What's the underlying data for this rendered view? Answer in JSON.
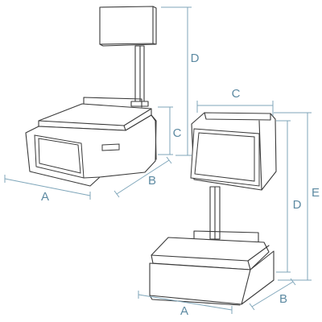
{
  "scale_1": {
    "dimension_labels": {
      "a": "A",
      "b": "B",
      "c": "C",
      "d": "D"
    }
  },
  "scale_2": {
    "dimension_labels": {
      "a": "A",
      "b": "B",
      "c": "C",
      "d": "D",
      "e": "E"
    }
  },
  "colors": {
    "outline": "#3a3a3a",
    "dimension": "#7fa6ba",
    "label": "#5d8aa2"
  }
}
